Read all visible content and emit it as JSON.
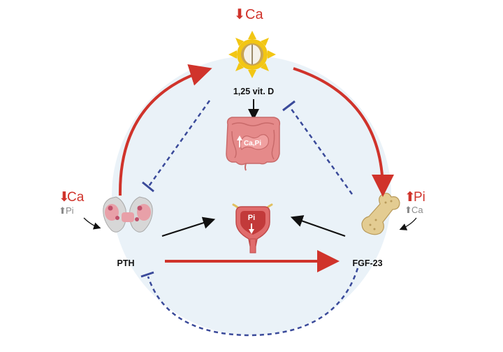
{
  "top": {
    "arrow": "⬇",
    "ion": "Ca"
  },
  "vitd_label": "1,25 vit. D",
  "gut_label": "Ca,Pi",
  "bladder_label": "Pi",
  "pth": {
    "label": "PTH",
    "main_arrow": "⬇",
    "main_ion": "Ca",
    "sub_arrow": "⬆",
    "sub_ion": "Pi"
  },
  "fgf": {
    "label": "FGF-23",
    "main_arrow": "⬆",
    "main_ion": "Pi",
    "sub_arrow": "⬆",
    "sub_ion": "Ca"
  },
  "colors": {
    "stimulate": "#d0332b",
    "inhibit": "#3a4a9a",
    "background": "#eaf2f8",
    "sub_text": "#8a8a8a",
    "sun": "#f2c614",
    "tissue": "#e58a8a"
  },
  "icons": [
    "sun-icon",
    "skin-icon",
    "intestine-icon",
    "bladder-icon",
    "parathyroid-icon",
    "bone-icon"
  ]
}
